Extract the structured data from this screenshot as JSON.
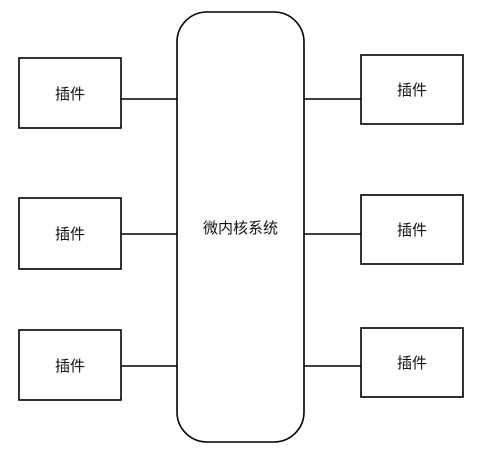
{
  "diagram": {
    "core": {
      "label": "微内核系统"
    },
    "plugins": {
      "left": [
        {
          "label": "插件"
        },
        {
          "label": "插件"
        },
        {
          "label": "插件"
        }
      ],
      "right": [
        {
          "label": "插件"
        },
        {
          "label": "插件"
        },
        {
          "label": "插件"
        }
      ]
    }
  }
}
